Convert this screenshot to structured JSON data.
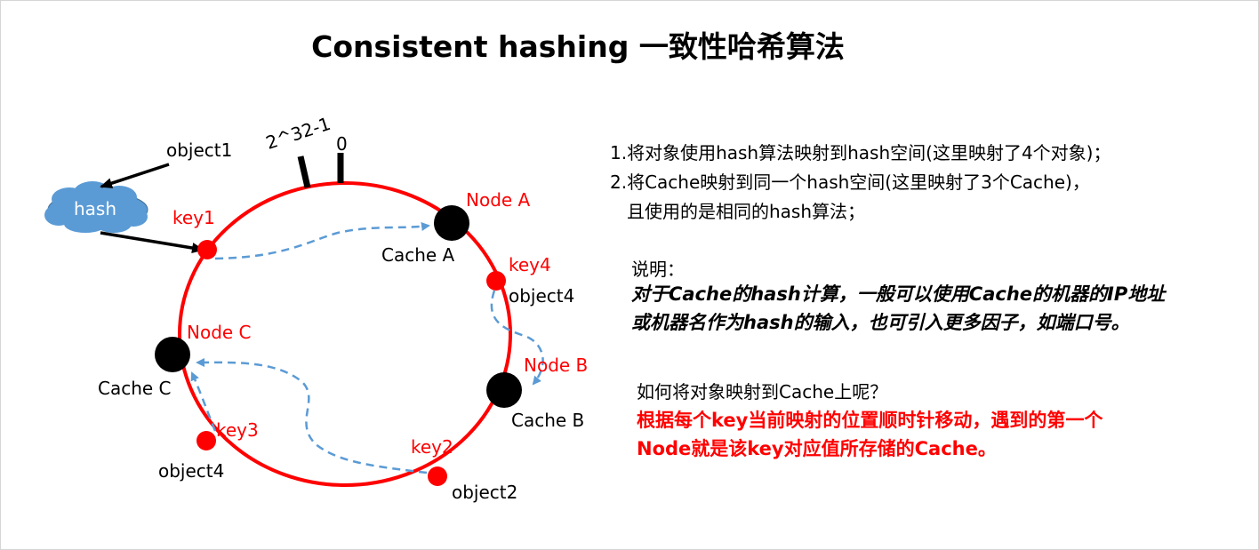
{
  "title": "Consistent hashing 一致性哈希算法",
  "diagram": {
    "ring_top_label_max": "2^32-1",
    "ring_top_label_zero": "0",
    "hash_label": "hash",
    "object1": "object1",
    "key1": "key1",
    "node_a": "Node A",
    "cache_a": "Cache A",
    "key4": "key4",
    "object4_right": "object4",
    "node_b": "Node B",
    "cache_b": "Cache B",
    "key2": "key2",
    "object2": "object2",
    "key3": "key3",
    "object4_left": "object4",
    "node_c": "Node C",
    "cache_c": "Cache C"
  },
  "steps": {
    "line1": "1.将对象使用hash算法映射到hash空间(这里映射了4个对象)；",
    "line2": "2.将Cache映射到同一个hash空间(这里映射了3个Cache)，",
    "line3": "且使用的是相同的hash算法；"
  },
  "note": {
    "heading": "说明：",
    "line1": "对于Cache的hash计算，一般可以使用Cache的机器的IP地址",
    "line2": "或机器名作为hash的输入，也可引入更多因子，如端口号。"
  },
  "question": {
    "line1": "如何将对象映射到Cache上呢？",
    "answer1": "根据每个key当前映射的位置顺时针移动，遇到的第一个",
    "answer2": "Node就是该key对应值所存储的Cache。"
  },
  "colors": {
    "ring": "#ff0000",
    "node": "#000000",
    "key_point": "#ff0000",
    "arrow_dashed": "#5b9bd5",
    "cloud": "#5b9bd5"
  }
}
